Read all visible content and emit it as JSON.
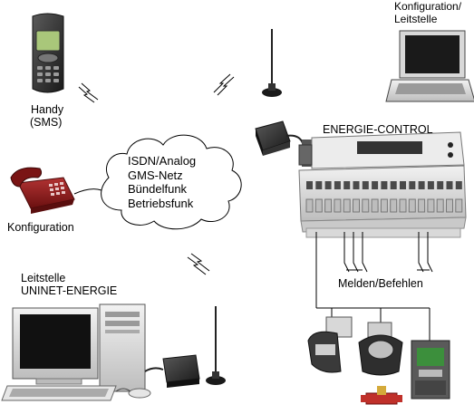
{
  "labels": {
    "handy": "Handy",
    "handy_sms": "(SMS)",
    "konfig_leitstelle_line1": "Konfiguration/",
    "konfig_leitstelle_line2": "Leitstelle",
    "energie_control": "ENERGIE-CONTROL",
    "konfiguration": "Konfiguration",
    "leitstelle_line1": "Leitstelle",
    "leitstelle_line2": "UNINET-ENERGIE",
    "melden_befehlen": "Melden/Befehlen"
  },
  "cloud": {
    "lines": [
      "ISDN/Analog",
      "GMS-Netz",
      "Bündelfunk",
      "Betriebsfunk"
    ]
  },
  "colors": {
    "line": "#000000",
    "device_gray": "#d9d9d9",
    "phone_red": "#8b1a1a",
    "modem_dark": "#2b2b2b",
    "screen_dark": "#1a1a1a",
    "terminal_green": "#3c8f3c"
  },
  "icons": {
    "mobile": "mobile-phone-icon",
    "desk_phone": "desk-phone-icon",
    "laptop": "laptop-icon",
    "desktop": "desktop-computer-icon",
    "modem": "gsm-modem-icon",
    "antenna": "antenna-icon",
    "controller": "energie-control-unit-icon",
    "meters": "utility-meters-icon",
    "cloud": "network-cloud-icon",
    "radio": "radio-link-icon"
  }
}
